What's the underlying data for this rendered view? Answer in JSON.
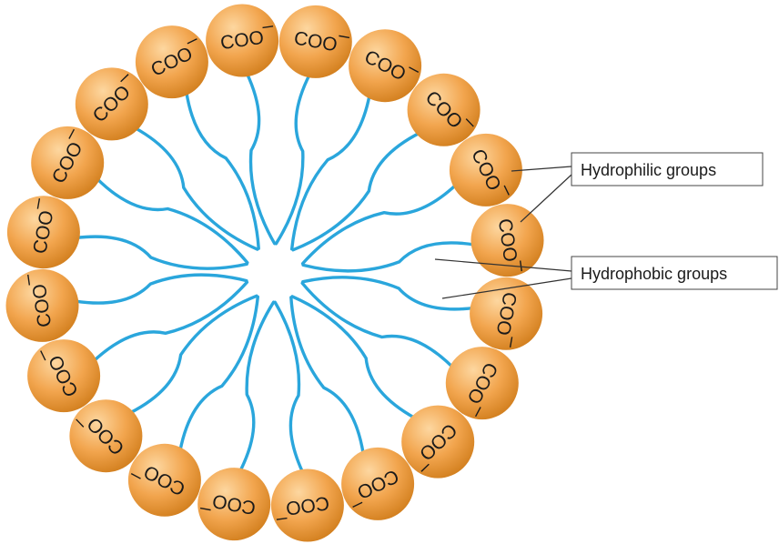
{
  "micelle": {
    "head_label": "COO",
    "charge_symbol": "–",
    "head_count": 20
  },
  "callouts": {
    "hydrophilic": "Hydrophilic groups",
    "hydrophobic": "Hydrophobic groups"
  },
  "colors": {
    "head_light": "#fdd7a0",
    "head_mid": "#f2a54e",
    "head_dark": "#d27f1e",
    "tail": "#2aa6dc",
    "background": "#ffffff"
  }
}
